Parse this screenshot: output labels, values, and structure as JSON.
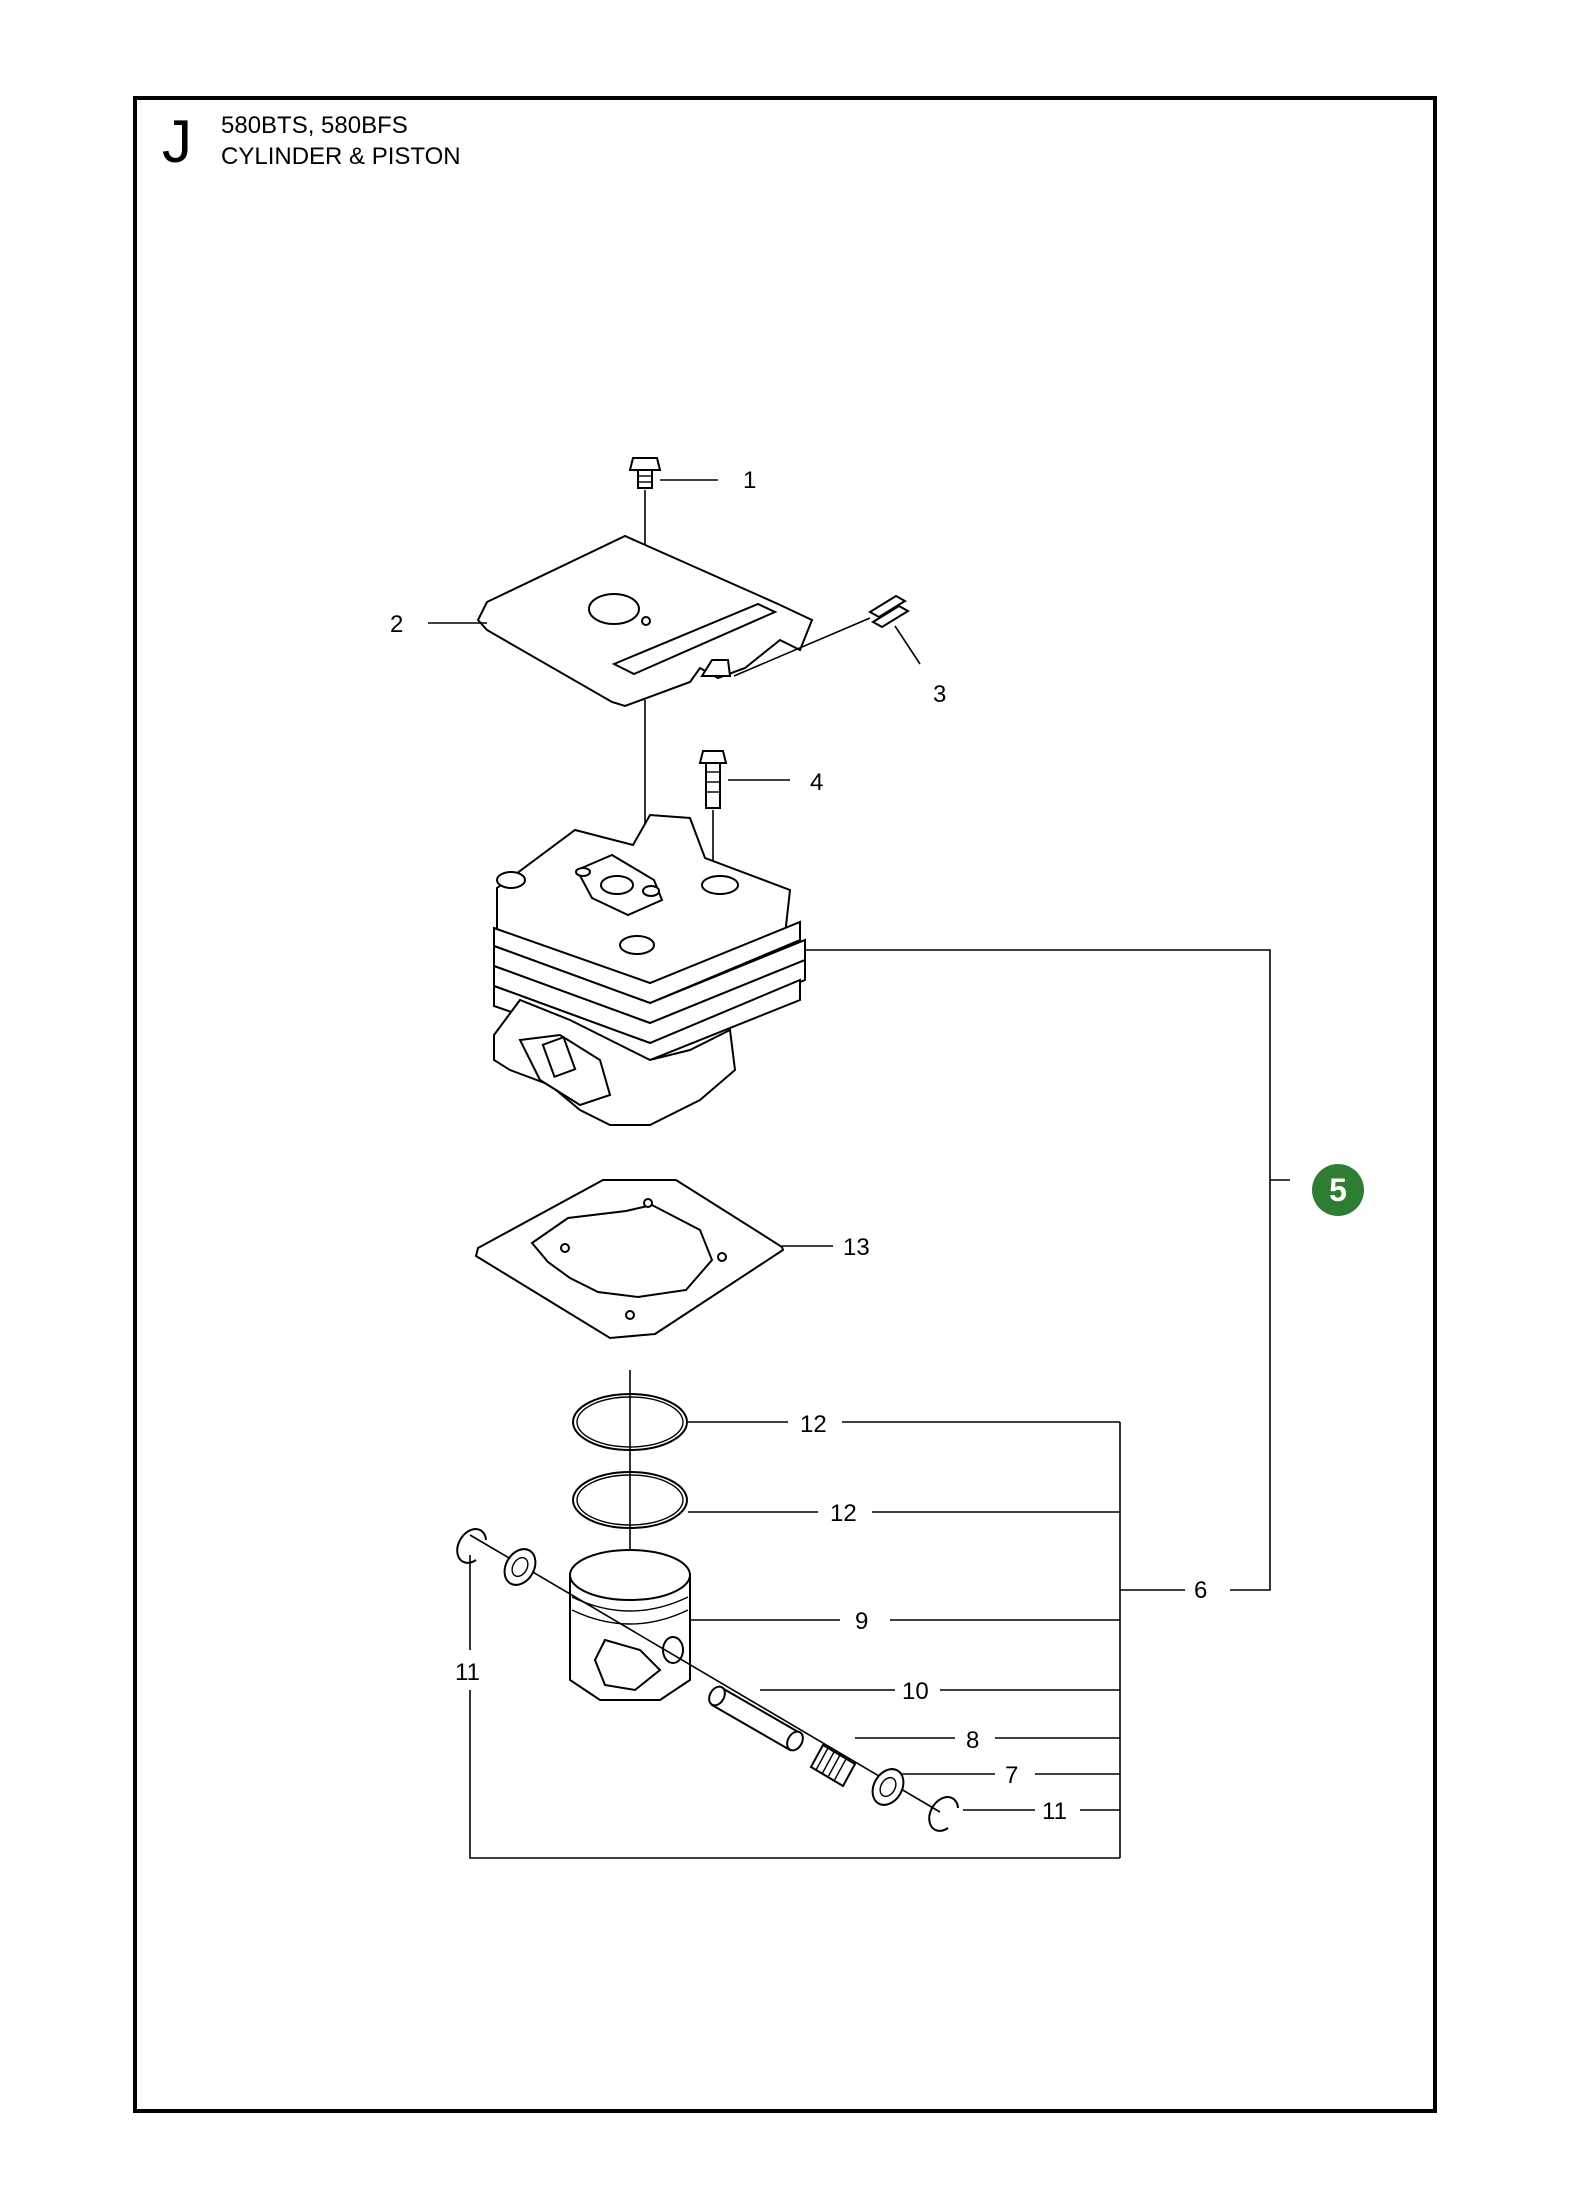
{
  "header": {
    "section_letter": "J",
    "models": "580BTS, 580BFS",
    "title": "CYLINDER & PISTON"
  },
  "callouts": {
    "c1": "1",
    "c2": "2",
    "c3": "3",
    "c4": "4",
    "c5": "5",
    "c6": "6",
    "c7": "7",
    "c8": "8",
    "c9": "9",
    "c10": "10",
    "c11a": "11",
    "c11b": "11",
    "c12a": "12",
    "c12b": "12",
    "c13": "13"
  },
  "colors": {
    "badge": "#2e7d32",
    "ink": "#000000"
  }
}
